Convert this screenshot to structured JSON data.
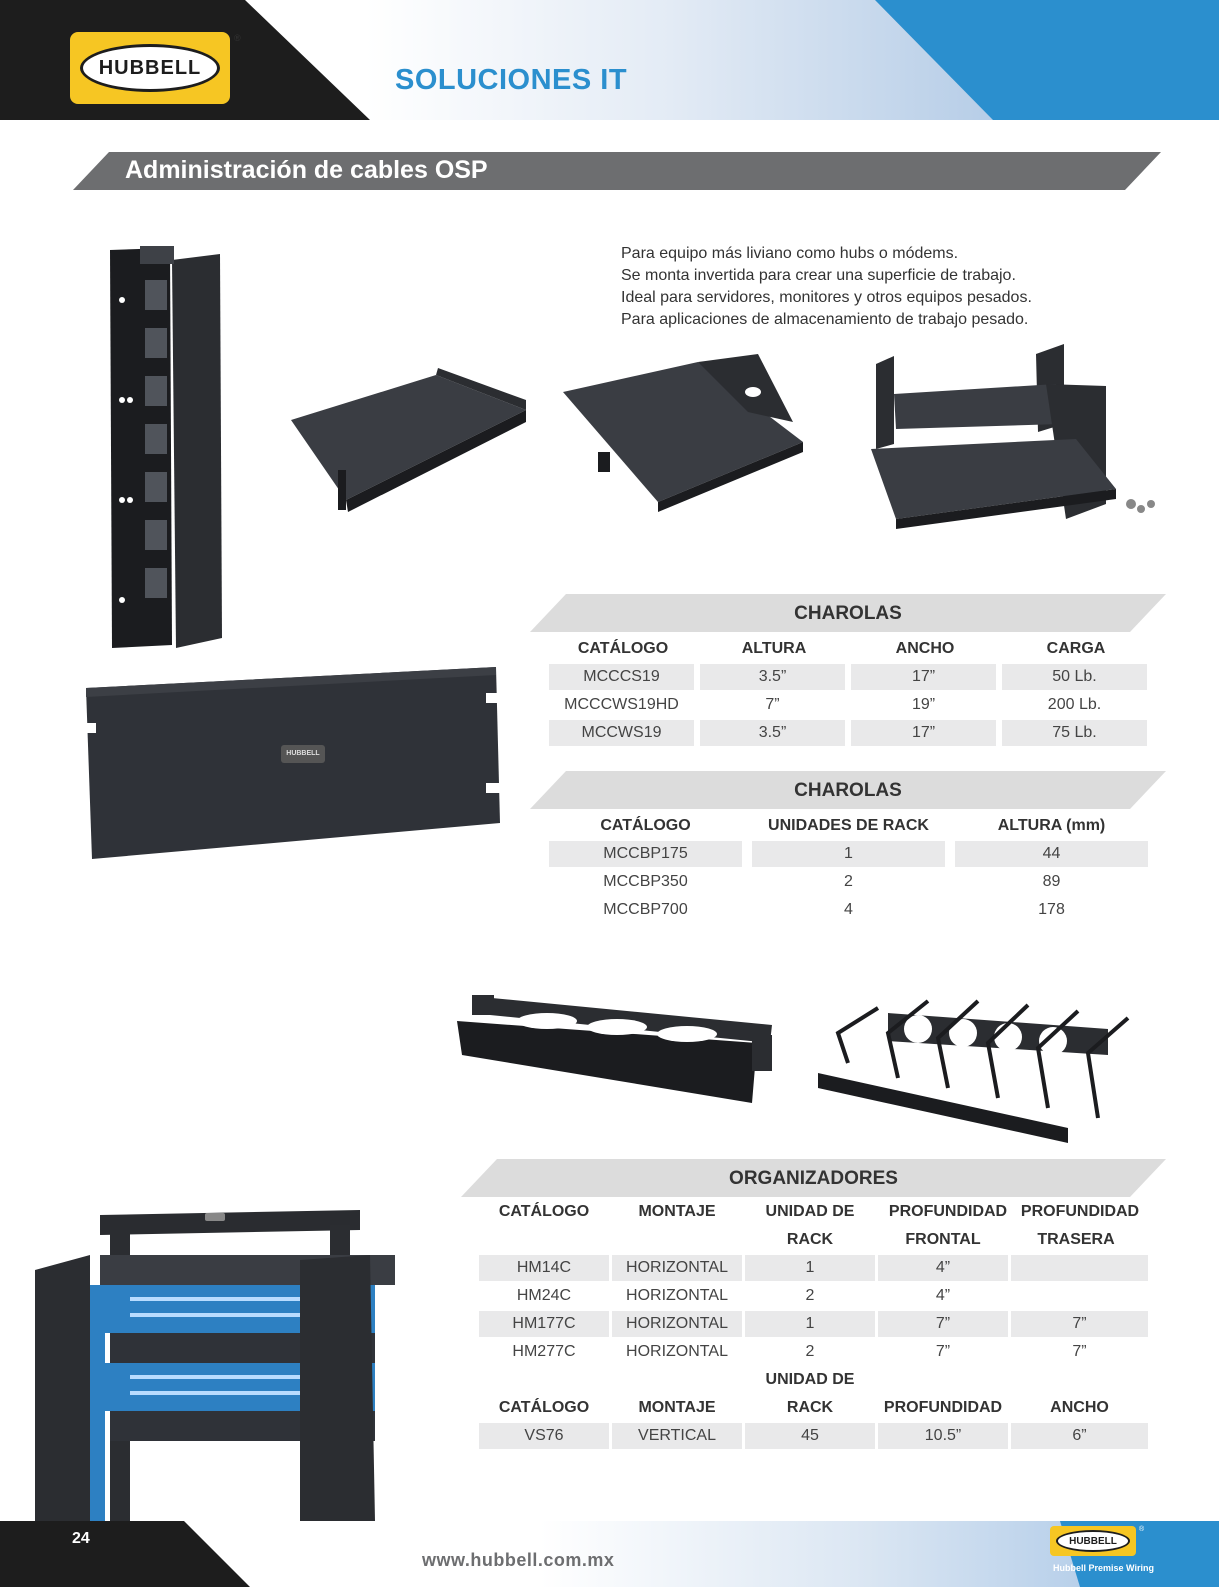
{
  "header": {
    "brand": "HUBBELL",
    "registered": "®",
    "title": "SOLUCIONES IT"
  },
  "section": {
    "title": "Administración de cables OSP"
  },
  "description": [
    "Para equipo más liviano como hubs o módems.",
    "Se monta invertida para crear una superficie de trabajo.",
    "Ideal para servidores, monitores y otros equipos pesados.",
    "Para aplicaciones de almacenamiento de trabajo pesado."
  ],
  "table1": {
    "title": "CHAROLAS",
    "headers": [
      "CATÁLOGO",
      "ALTURA",
      "ANCHO",
      "CARGA"
    ],
    "rows": [
      [
        "MCCCS19",
        "3.5”",
        "17”",
        "50 Lb."
      ],
      [
        "MCCCWS19HD",
        "7”",
        "19”",
        "200 Lb."
      ],
      [
        "MCCWS19",
        "3.5”",
        "17”",
        "75 Lb."
      ]
    ]
  },
  "table2": {
    "title": "CHAROLAS",
    "headers": [
      "CATÁLOGO",
      "UNIDADES DE RACK",
      "ALTURA (mm)"
    ],
    "rows": [
      [
        "MCCBP175",
        "1",
        "44"
      ],
      [
        "MCCBP350",
        "2",
        "89"
      ],
      [
        "MCCBP700",
        "4",
        "178"
      ]
    ]
  },
  "table3": {
    "title": "ORGANIZADORES",
    "headers_line1": [
      "CATÁLOGO",
      "MONTAJE",
      "UNIDAD DE",
      "PROFUNDIDAD",
      "PROFUNDIDAD"
    ],
    "headers_line2": [
      "",
      "",
      "RACK",
      "FRONTAL",
      "TRASERA"
    ],
    "rows": [
      [
        "HM14C",
        "HORIZONTAL",
        "1",
        "4”",
        ""
      ],
      [
        "HM24C",
        "HORIZONTAL",
        "2",
        "4”",
        ""
      ],
      [
        "HM177C",
        "HORIZONTAL",
        "1",
        "7”",
        "7”"
      ],
      [
        "HM277C",
        "HORIZONTAL",
        "2",
        "7”",
        "7”"
      ]
    ],
    "headers2_line1": [
      "",
      "",
      "UNIDAD DE",
      "",
      ""
    ],
    "headers2_line2": [
      "CATÁLOGO",
      "MONTAJE",
      "RACK",
      "PROFUNDIDAD",
      "ANCHO"
    ],
    "rows2": [
      [
        "VS76",
        "VERTICAL",
        "45",
        "10.5”",
        "6”"
      ]
    ]
  },
  "panel_logo": "HUBBELL",
  "footer": {
    "page": "24",
    "url": "www.hubbell.com.mx",
    "brand": "HUBBELL",
    "tagline": "Hubbell Premise Wiring",
    "registered": "®"
  }
}
